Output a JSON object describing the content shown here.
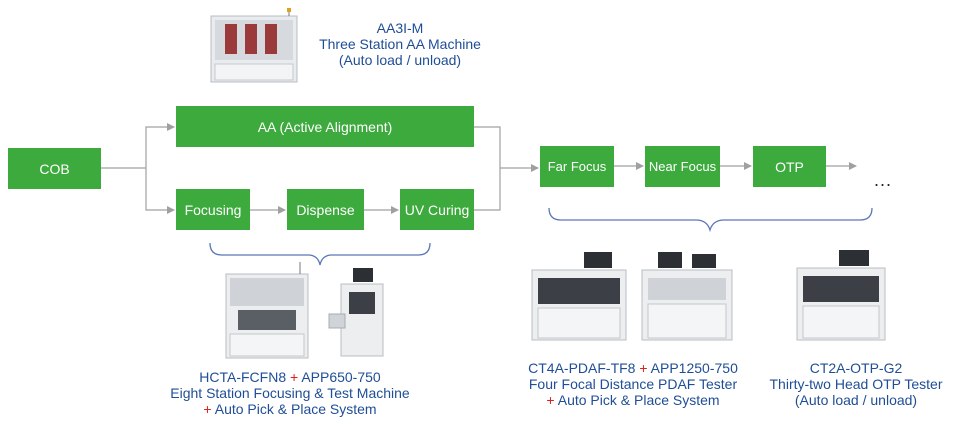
{
  "boxes": {
    "cob": "COB",
    "aa": "AA (Active Alignment)",
    "focusing": "Focusing",
    "dispense": "Dispense",
    "uv_curing": "UV Curing",
    "far_focus": "Far Focus",
    "near_focus": "Near Focus",
    "otp": "OTP"
  },
  "ellipsis": "...",
  "captions": {
    "aa3i": {
      "line1": "AA3I-M",
      "line2": "Three Station AA Machine",
      "line3": "(Auto load / unload)"
    },
    "hcta": {
      "model_a": "HCTA-FCFN8",
      "plus": "+",
      "model_b": "APP650-750",
      "line2": "Eight Station Focusing & Test Machine",
      "line3_plus": "+",
      "line3": "Auto Pick & Place System"
    },
    "ct4a": {
      "model_a": "CT4A-PDAF-TF8",
      "plus": "+",
      "model_b": "APP1250-750",
      "line2": "Four Focal Distance PDAF Tester",
      "line3_plus": "+",
      "line3": "Auto Pick & Place System"
    },
    "ct2a": {
      "line1": "CT2A-OTP-G2",
      "line2": "Thirty-two Head OTP Tester",
      "line3": "(Auto load / unload)"
    }
  },
  "colors": {
    "box_green": "#3daa3d",
    "caption_blue": "#1f4e96",
    "plus_red": "#e02020",
    "line_gray": "#a0a0a0",
    "brace_blue": "#5a78b8"
  }
}
